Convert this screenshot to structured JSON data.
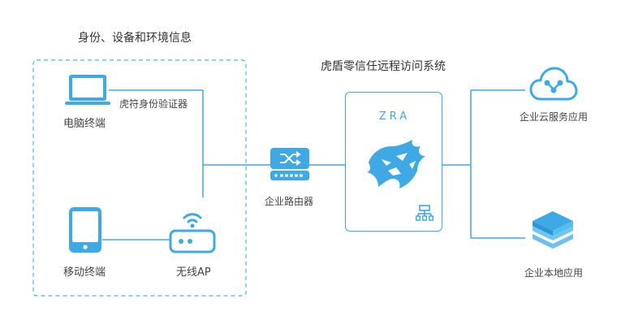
{
  "title_identity": "身份、设备和环境信息",
  "title_zt": "虎盾零信任远程访问系统",
  "nodes": {
    "pc": "电脑终端",
    "authenticator": "虎符身份验证器",
    "mobile": "移动终端",
    "wireless": "无线AP",
    "router": "企业路由器",
    "zra": "ZRA",
    "cloud_app": "企业云服务应用",
    "local_app": "企业本地应用"
  },
  "colors": {
    "accent": "#3fa9e6",
    "dashed_border": "#52b4ea",
    "text": "#444444"
  },
  "icons": [
    "laptop-icon",
    "phone-icon",
    "wifi-router-icon",
    "network-switch-icon",
    "tiger-logo-icon",
    "network-topology-icon",
    "cloud-network-icon",
    "layers-stack-icon"
  ]
}
